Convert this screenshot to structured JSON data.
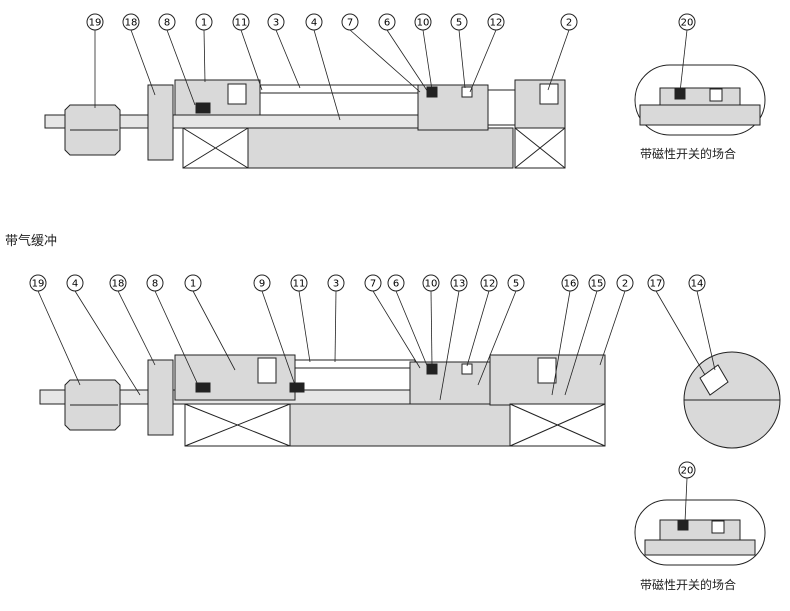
{
  "top_section": {
    "labels": [
      "19",
      "18",
      "8",
      "1",
      "11",
      "3",
      "4",
      "7",
      "6",
      "10",
      "5",
      "12",
      "2"
    ],
    "inset_label": "20",
    "inset_caption": "带磁性开关的场合"
  },
  "bottom_section": {
    "title": "带气缓冲",
    "labels": [
      "19",
      "4",
      "18",
      "8",
      "1",
      "9",
      "11",
      "3",
      "7",
      "6",
      "10",
      "13",
      "12",
      "5",
      "16",
      "15",
      "2",
      "17",
      "14"
    ],
    "inset_label": "20",
    "inset_caption": "带磁性开关的场合"
  },
  "colors": {
    "body_fill": "#d9d9d9",
    "line": "#222222"
  }
}
